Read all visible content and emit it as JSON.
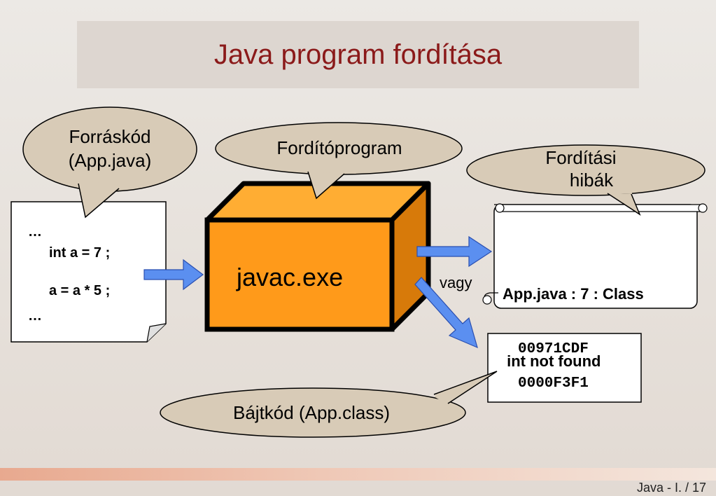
{
  "title": "Java program fordítása",
  "source_bubble": {
    "line1": "Forráskód",
    "line2": "(App.java)"
  },
  "source_code": {
    "lines": [
      "…",
      "int a = 7 ;",
      "a = a * 5 ;",
      "…"
    ]
  },
  "compiler_bubble": "Fordítóprogram",
  "compiler_label": "javac.exe",
  "errors_bubble": {
    "line1": "Fordítási",
    "line2": "hibák"
  },
  "error_message": {
    "line1": "App.java : 7 : Class",
    "line2": " int not found"
  },
  "or_label": "vagy",
  "bytecode": {
    "line1": "00971CDF",
    "line2": "0000F3F1"
  },
  "bytecode_bubble": "Bájtkód (App.class)",
  "footer": "Java  -  I. / 17",
  "colors": {
    "title": "#8b1a1a",
    "box_front": "#ff9a1a",
    "box_top": "#ffad33",
    "box_side": "#d77a0a",
    "arrow": "#5b8ff0",
    "bubble": "#d8cbb7"
  }
}
